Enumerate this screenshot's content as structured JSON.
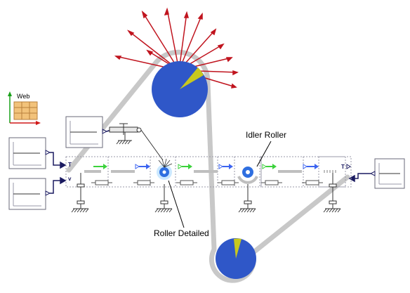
{
  "labels": {
    "web": "Web",
    "idler_roller": "Idler Roller",
    "roller_detailed": "Roller Detailed",
    "port_t_left": "T",
    "port_v_left": "v",
    "port_t_right": "T"
  },
  "colors": {
    "belt": "#c8c8c8",
    "pulley_fill": "#2f57c8",
    "pulley_wedge": "#c8c81e",
    "force_arrow": "#c0141e",
    "connector_dark": "#1a1a60",
    "flow_green": "#3cd23c",
    "flow_blue": "#3c64f0",
    "grid_orange": "#f2c27a",
    "grid_stroke": "#b8803c",
    "axis_green": "#18a018",
    "axis_red": "#d01818"
  },
  "icons": {
    "web": "grid-table-icon",
    "pulley": "pie-pulley-icon",
    "ground": "ground-hatch-icon",
    "scope": "scope-plot-icon",
    "arrow": "flow-arrow-icon"
  }
}
